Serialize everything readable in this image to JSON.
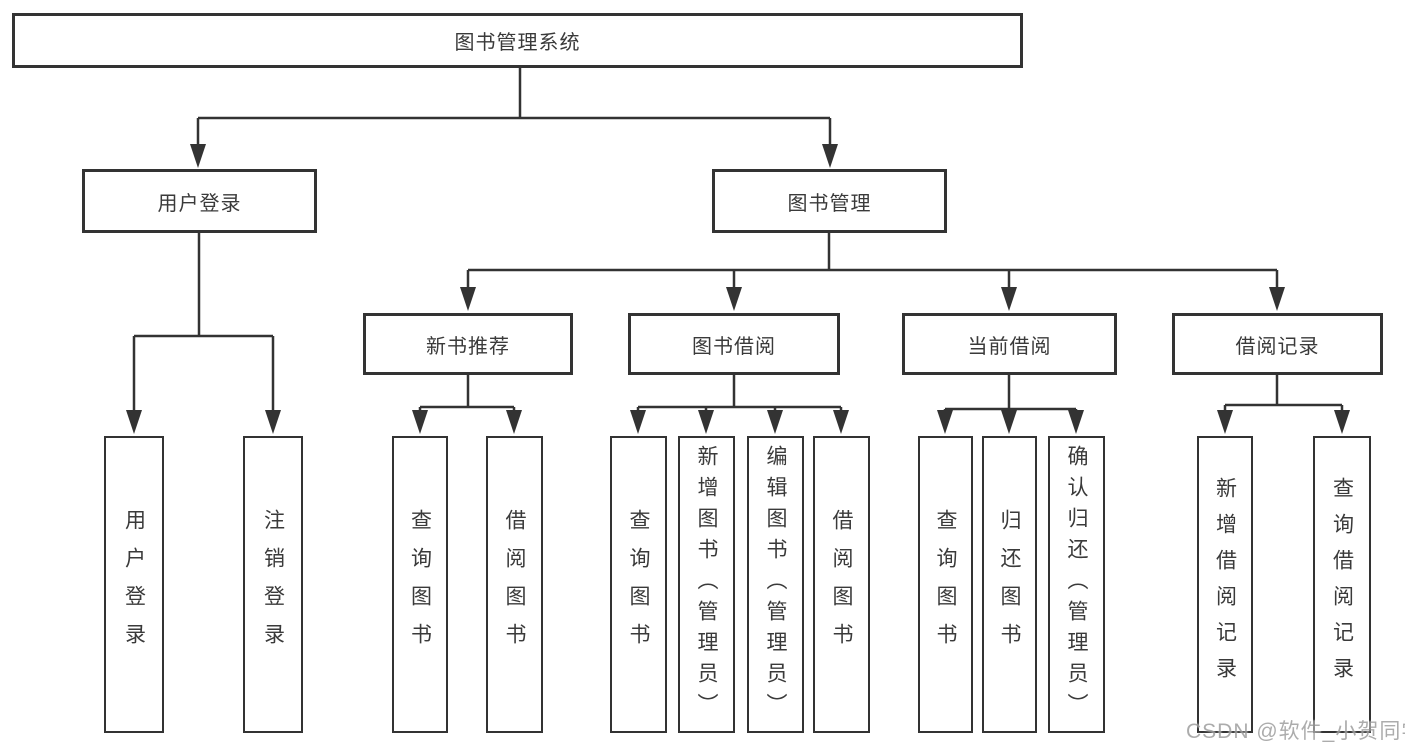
{
  "diagram": {
    "root": {
      "label": "图书管理系统"
    },
    "branches": {
      "user_login": {
        "label": "用户登录",
        "leaves": [
          {
            "label": "用户登录"
          },
          {
            "label": "注销登录"
          }
        ]
      },
      "book_mgmt": {
        "label": "图书管理",
        "groups": [
          {
            "label": "新书推荐",
            "leaves": [
              {
                "label": "查询图书"
              },
              {
                "label": "借阅图书"
              }
            ]
          },
          {
            "label": "图书借阅",
            "leaves": [
              {
                "label": "查询图书"
              },
              {
                "label": "新增图书（管理员）"
              },
              {
                "label": "编辑图书（管理员）"
              },
              {
                "label": "借阅图书"
              }
            ]
          },
          {
            "label": "当前借阅",
            "leaves": [
              {
                "label": "查询图书"
              },
              {
                "label": "归还图书"
              },
              {
                "label": "确认归还（管理员）"
              }
            ]
          },
          {
            "label": "借阅记录",
            "leaves": [
              {
                "label": "新增借阅记录"
              },
              {
                "label": "查询借阅记录"
              }
            ]
          }
        ]
      }
    },
    "watermark": "CSDN @软件_小贺同学",
    "colors": {
      "stroke": "#333333",
      "text": "#3a3a3a",
      "watermark": "#9e9e9e",
      "background": "#ffffff"
    }
  }
}
